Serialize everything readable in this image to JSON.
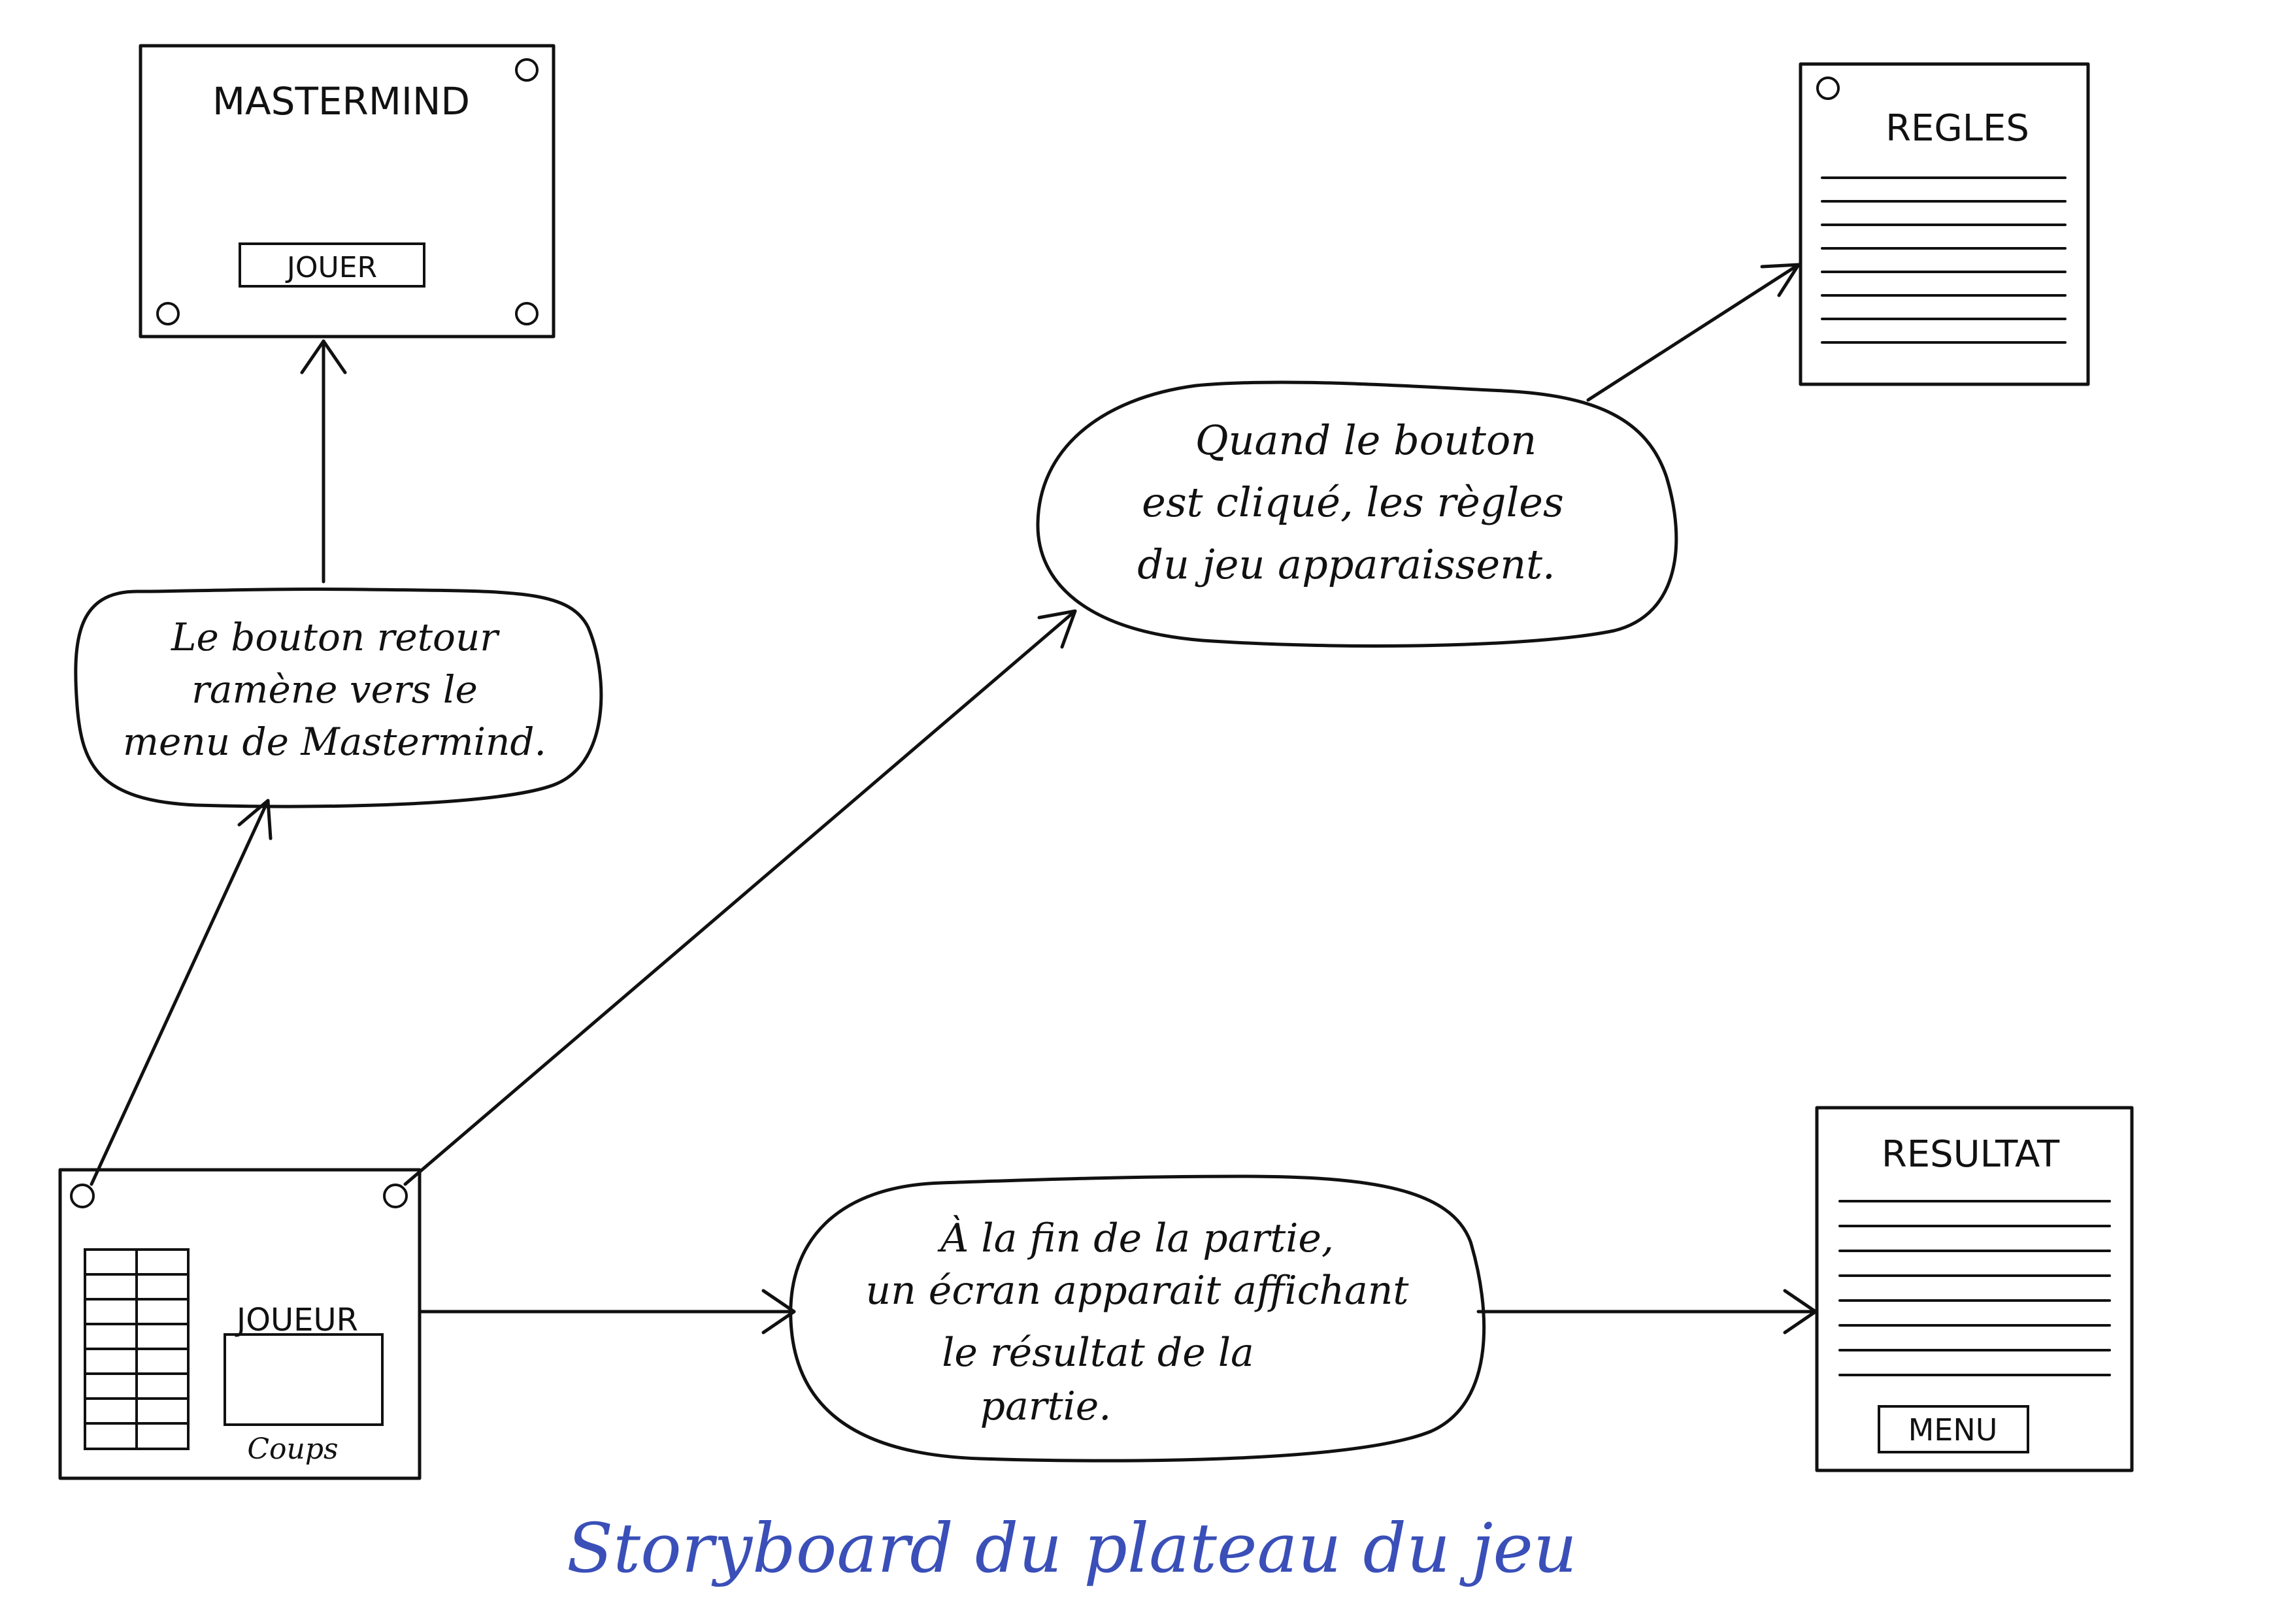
{
  "screens": {
    "menu": {
      "title": "MASTERMIND",
      "button": "JOUER"
    },
    "rules": {
      "title": "REGLES"
    },
    "result": {
      "title": "RESULTAT",
      "button": "MENU"
    },
    "board": {
      "player_label": "JOUEUR",
      "moves_label": "Coups"
    }
  },
  "bubbles": {
    "back": [
      "Le bouton retour",
      "ramène vers le",
      "menu de Mastermind."
    ],
    "rules": [
      "Quand le bouton",
      "est cliqué, les règles",
      "du jeu apparaissent."
    ],
    "result": [
      "À la fin de la partie,",
      "un écran apparait affichant",
      "le résultat de la",
      "partie."
    ]
  },
  "caption": "Storyboard du plateau du jeu",
  "colors": {
    "ink": "#111111",
    "caption": "#3a4fb8",
    "paper": "#ffffff"
  }
}
